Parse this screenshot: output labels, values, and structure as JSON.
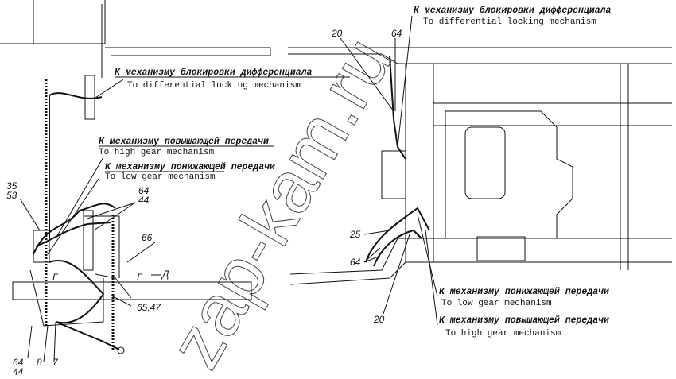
{
  "labels": {
    "left_diff_ru": "К механизму блокировки дифференциала",
    "left_diff_en": "To differential locking mechanism",
    "left_high_ru": "К механизму повышающей передачи",
    "left_high_en": "To high gear mechanism",
    "left_low_ru": "К механизму понижающей передачи",
    "left_low_en": "To low gear mechanism",
    "right_diff_ru": "К механизму блокировки дифференциала",
    "right_diff_en": "To differential locking mechanism",
    "right_low_ru": "К механизму понижающей передачи",
    "right_low_en": "To low gear mechanism",
    "right_high_ru": "К механизму повышающей передачи",
    "right_high_en": "To high gear mechanism"
  },
  "callouts": {
    "n35": "35",
    "n53": "53",
    "n64a": "64",
    "n44a": "44",
    "n66": "66",
    "n6547": "65,47",
    "n64b": "64",
    "n44b": "44",
    "n8": "8",
    "n7": "7",
    "section_g1": "Г",
    "section_g2": "Г",
    "view_d": "Д",
    "r20a": "20",
    "r64a": "64",
    "r25": "25",
    "r64b": "64",
    "r20b": "20"
  },
  "watermark": "zap-kam.ru"
}
